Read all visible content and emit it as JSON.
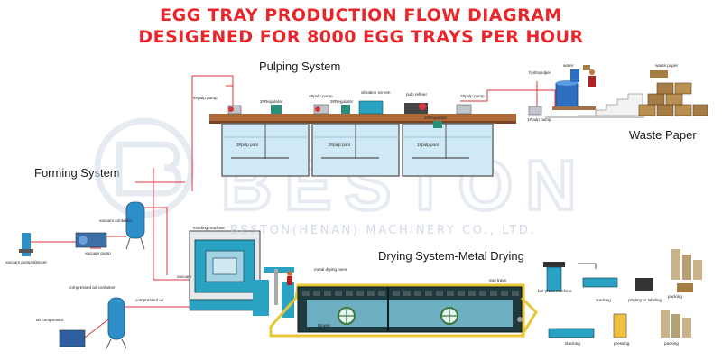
{
  "title": {
    "line1": "EGG TRAY PRODUCTION FLOW DIAGRAM",
    "line2": "DESIGENED FOR 8000 EGG TRAYS PER HOUR"
  },
  "sections": {
    "pulping": "Pulping System",
    "forming": "Forming System",
    "drying": "Drying System-Metal Drying",
    "waste": "Waste Paper"
  },
  "watermark": {
    "logo": "BESTON",
    "company": "BESTON(HENAN) MACHINERY CO., LTD."
  },
  "labels": {
    "water": "water",
    "hydropulper": "hydropulper",
    "waste_paper_small": "waste paper",
    "pulp_pump_1": "5#pulp pump",
    "pulp_pump_2": "1#pulp pump",
    "pulp_pump_3": "3#pulp pump",
    "pulp_pump_4": "2#pulp pump",
    "regulator_1": "2#Regulator",
    "regulator_2": "3#Regulator",
    "regulator_3": "1#Regulator",
    "vibration_screen": "vibration screen",
    "pulp_refiner": "pulp refiner",
    "pulp_pump_1b": "5#pulp pump",
    "pool_1": "3#pulp pool",
    "pool_2": "2#pulp pool",
    "pool_3": "1#pulp pool",
    "vacuum_container": "vacuum container",
    "vacuum_pump": "vacuum pump",
    "vacuum_pump_silencer": "vacuum pump silencer",
    "molding_machine": "molding machine",
    "vacuum": "vacuum",
    "compressed_air_container": "compressed air container",
    "compressed_air": "compressed air",
    "air_compressor": "air compressor",
    "metal_drying_oven": "metal drying oven",
    "egg_trays": "egg trays",
    "blower": "Blower",
    "hot_press_machine": "hot press machine",
    "stacking_1": "stacking",
    "printing": "printing or labeling",
    "packing_1": "packing",
    "stacking_2": "stacking",
    "pressing": "pressing",
    "packing_2": "packing"
  },
  "colors": {
    "title": "#e8262b",
    "pipe_red": "#d9363e",
    "machine_teal": "#2aa3c3",
    "dryer_dark": "#1e3a3e",
    "conveyor_yellow": "#e8c63a",
    "pool_blue": "#cfeaf6"
  }
}
